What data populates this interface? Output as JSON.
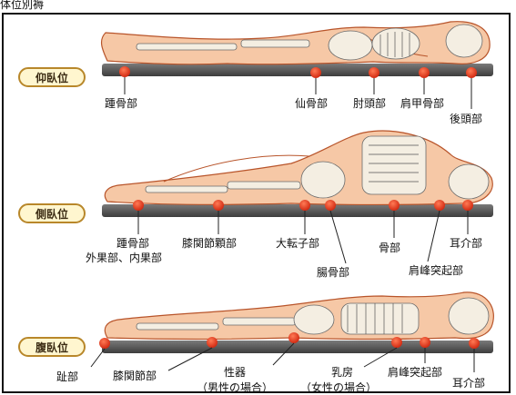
{
  "cropped_title": "体位別褥",
  "positions": {
    "supine": {
      "label": "仰臥位",
      "points": [
        "踵骨部",
        "仙骨部",
        "肘頭部",
        "肩甲骨部",
        "後頭部"
      ]
    },
    "lateral": {
      "label": "側臥位",
      "points": [
        "踵骨部",
        "外果部、内果部",
        "膝関節顆部",
        "大転子部",
        "腸骨部",
        "骨部",
        "肩峰突起部",
        "耳介部"
      ]
    },
    "prone": {
      "label": "腹臥位",
      "points": [
        "趾部",
        "膝関節部",
        "性器",
        "（男性の場合）",
        "乳房",
        "（女性の場合）",
        "肩峰突起部",
        "耳介部"
      ]
    }
  },
  "colors": {
    "mattress": "#5a5a5a",
    "skin": "#f6c8a6",
    "skin_outline": "#b8542a",
    "bone": "#f4eee2",
    "pressure_point": "#e23a1e",
    "badge_fill": "#fff6cf",
    "badge_border": "#b8872a"
  }
}
